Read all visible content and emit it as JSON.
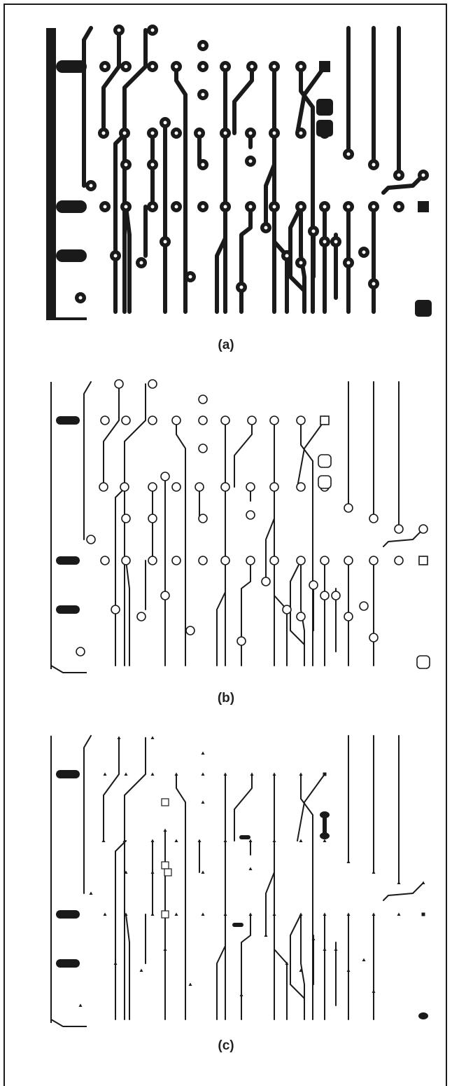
{
  "figure": {
    "panels": [
      {
        "id": "a",
        "caption": "(a)",
        "style": "full"
      },
      {
        "id": "b",
        "caption": "(b)",
        "style": "outline"
      },
      {
        "id": "c",
        "caption": "(c)",
        "style": "skeleton"
      }
    ]
  },
  "colors": {
    "ink": "#1a1a1a",
    "paper": "#ffffff"
  }
}
